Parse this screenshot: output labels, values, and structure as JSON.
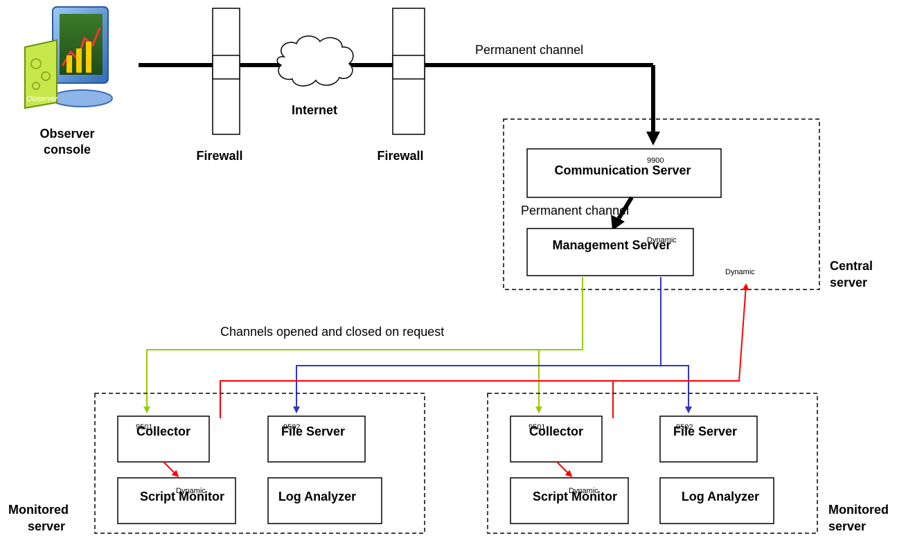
{
  "observer": {
    "label_line1": "Observer",
    "label_line2": "console",
    "monitor_badge": "Observer"
  },
  "firewall_left": {
    "label": "Firewall"
  },
  "firewall_right": {
    "label": "Firewall"
  },
  "internet": {
    "label": "Internet"
  },
  "channels": {
    "permanent_top": "Permanent channel",
    "permanent_mid": "Permanent channel",
    "on_request": "Channels opened and closed on request"
  },
  "central": {
    "label_line1": "Central",
    "label_line2": "server",
    "comm_server": {
      "label": "Communication Server",
      "port": "9900"
    },
    "mgmt_server": {
      "label": "Management Server",
      "port": "Dynamic"
    },
    "dynamic_label": "Dynamic"
  },
  "monitored_left": {
    "label_line1": "Monitored",
    "label_line2": "server",
    "collector": {
      "label": "Collector",
      "port": "9501"
    },
    "file_server": {
      "label": "File Server",
      "port": "9502"
    },
    "script_monitor": {
      "label": "Script Monitor",
      "port": "Dynamic"
    },
    "log_analyzer": {
      "label": "Log Analyzer"
    }
  },
  "monitored_right": {
    "label_line1": "Monitored",
    "label_line2": "server",
    "collector": {
      "label": "Collector",
      "port": "9501"
    },
    "file_server": {
      "label": "File Server",
      "port": "9502"
    },
    "script_monitor": {
      "label": "Script Monitor",
      "port": "Dynamic"
    },
    "log_analyzer": {
      "label": "Log Analyzer"
    }
  },
  "colors": {
    "green": "#99cc00",
    "blue": "#3333cc",
    "red": "#ff0000",
    "black": "#000000"
  }
}
